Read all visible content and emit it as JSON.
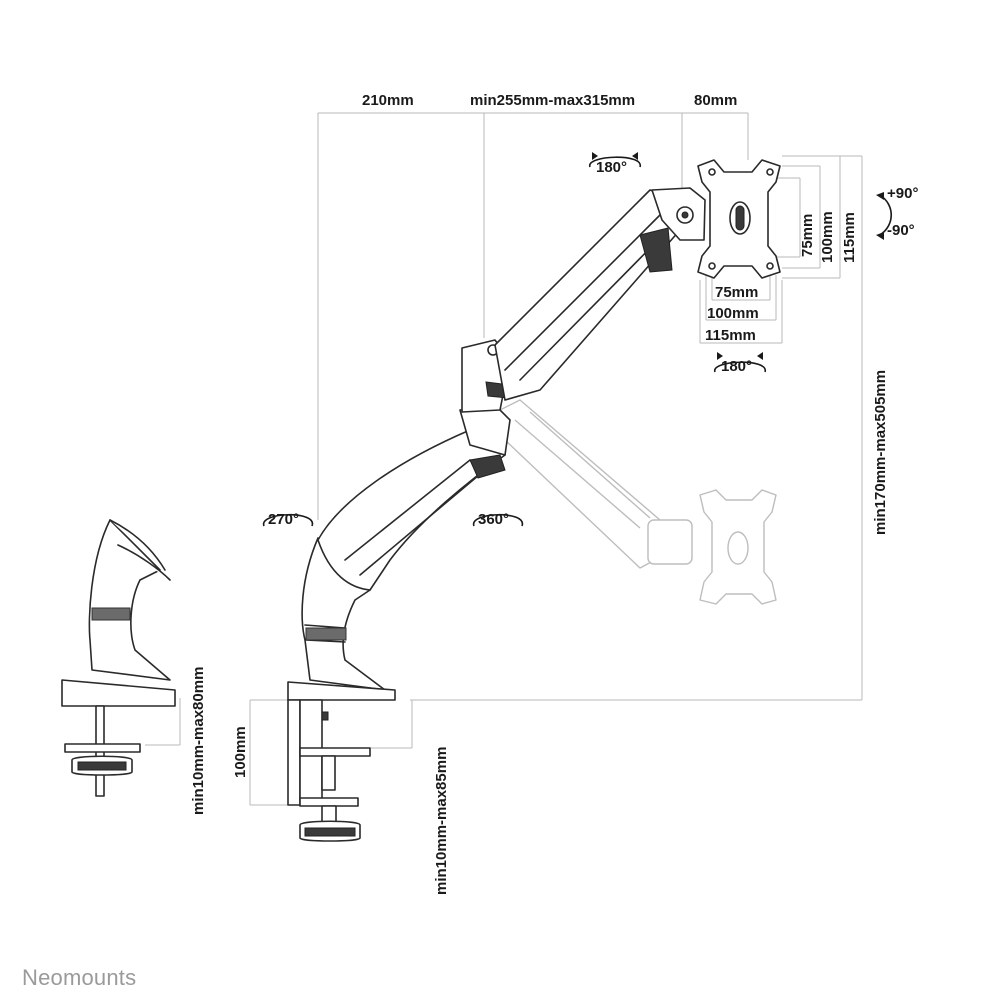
{
  "dimensions": {
    "arm_base_offset": "210mm",
    "arm_reach": "min255mm-max315mm",
    "head_offset": "80mm",
    "vesa_h_75": "75mm",
    "vesa_h_100": "100mm",
    "vesa_h_115": "115mm",
    "vesa_w_75": "75mm",
    "vesa_w_100": "100mm",
    "vesa_w_115": "115mm",
    "height_range": "min170mm-max505mm",
    "clamp_height": "100mm",
    "clamp_range": "min10mm-max85mm",
    "grommet_range": "min10mm-max80mm"
  },
  "rotations": {
    "top_swivel": "180°",
    "bottom_swivel": "180°",
    "tilt_up": "+90°",
    "tilt_down": "-90°",
    "base_rotation": "270°",
    "arm_rotation": "360°"
  },
  "brand": {
    "name": "Neomounts"
  }
}
